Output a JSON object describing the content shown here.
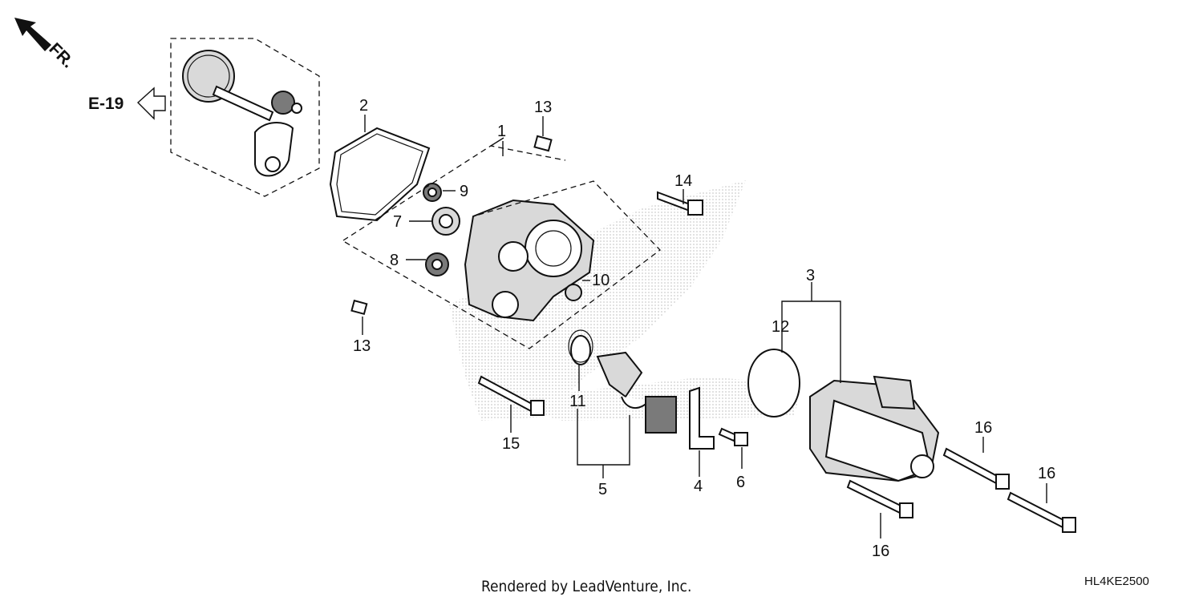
{
  "diagram": {
    "direction_label": "FR.",
    "reference_label": "E-19",
    "footer": "Rendered by LeadVenture, Inc.",
    "diagram_code": "HL4KE2500",
    "callouts": [
      "1",
      "2",
      "3",
      "4",
      "5",
      "6",
      "7",
      "8",
      "9",
      "10",
      "11",
      "12",
      "13",
      "13",
      "14",
      "15",
      "16",
      "16",
      "16"
    ]
  }
}
